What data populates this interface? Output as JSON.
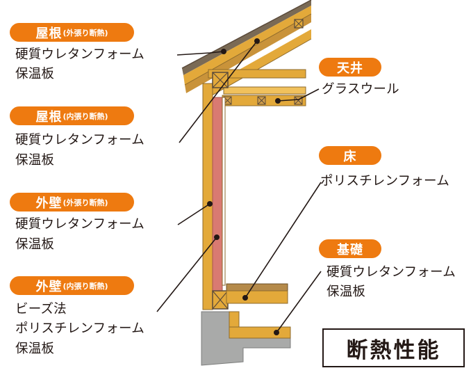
{
  "labels": {
    "roof_outer": {
      "tag": "屋根",
      "sub": "(外張り断熱)",
      "lines": [
        "硬質ウレタンフォーム",
        "保温板"
      ]
    },
    "roof_inner": {
      "tag": "屋根",
      "sub": "(内張り断熱)",
      "lines": [
        "硬質ウレタンフォーム",
        "保温板"
      ]
    },
    "wall_outer": {
      "tag": "外壁",
      "sub": "(外張り断熱)",
      "lines": [
        "硬質ウレタンフォーム",
        "保温板"
      ]
    },
    "wall_inner": {
      "tag": "外壁",
      "sub": "(内張り断熱)",
      "lines": [
        "ビーズ法",
        "ポリスチレンフォーム",
        "保温板"
      ]
    },
    "ceiling": {
      "tag": "天井",
      "lines": [
        "グラスウール"
      ]
    },
    "floor": {
      "tag": "床",
      "lines": [
        "ポリスチレンフォーム"
      ]
    },
    "foundation": {
      "tag": "基礎",
      "lines": [
        "硬質ウレタンフォーム",
        "保温板"
      ]
    }
  },
  "title": "断熱性能",
  "colors": {
    "accent": "#ee7a10",
    "wood": "#e3a93a",
    "wood_dark": "#8d6a2c",
    "insulation_pink": "#d97a72",
    "concrete": "#a9aaa9",
    "text": "#231815"
  }
}
